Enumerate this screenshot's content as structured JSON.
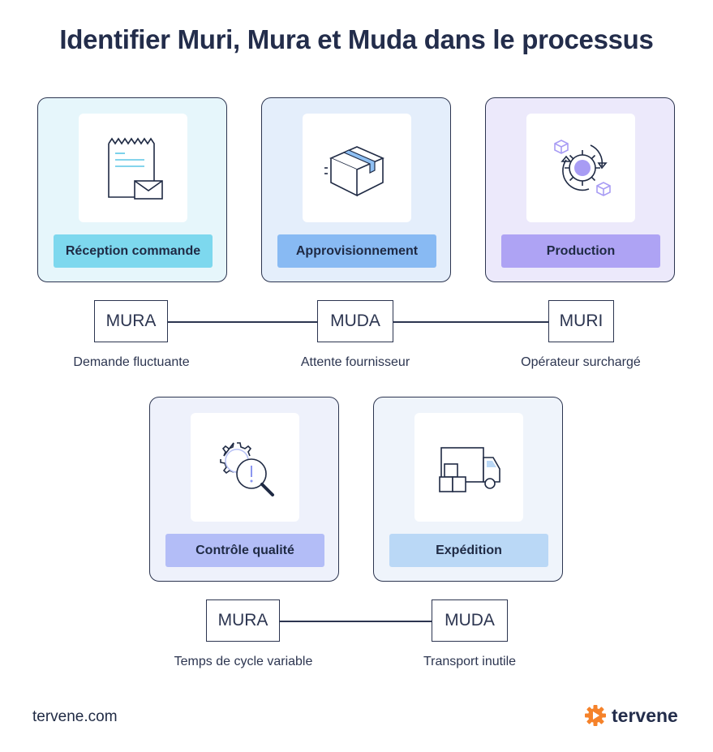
{
  "title": "Identifier Muri, Mura et Muda dans le processus",
  "steps": [
    {
      "label": "Réception commande",
      "icon": "receipt-envelope-icon",
      "bg": "#e6f6fb",
      "label_bg": "#7dd8ee"
    },
    {
      "label": "Approvisionnement",
      "icon": "package-box-icon",
      "bg": "#e4eefb",
      "label_bg": "#88baf3"
    },
    {
      "label": "Production",
      "icon": "gear-cycle-icon",
      "bg": "#ece9fb",
      "label_bg": "#aea3f4"
    },
    {
      "label": "Contrôle qualité",
      "icon": "quality-magnifier-icon",
      "bg": "#eef1fb",
      "label_bg": "#b3bdf7"
    },
    {
      "label": "Expédition",
      "icon": "delivery-truck-icon",
      "bg": "#eff4fb",
      "label_bg": "#bad8f6"
    }
  ],
  "row1": [
    {
      "tag": "MURA",
      "desc": "Demande fluctuante"
    },
    {
      "tag": "MUDA",
      "desc": "Attente fournisseur"
    },
    {
      "tag": "MURI",
      "desc": "Opérateur surchargé"
    }
  ],
  "row2": [
    {
      "tag": "MURA",
      "desc": "Temps de cycle variable"
    },
    {
      "tag": "MUDA",
      "desc": "Transport inutile"
    }
  ],
  "footer": {
    "url": "tervene.com",
    "brand": "tervene"
  },
  "colors": {
    "brand_orange": "#f5822a",
    "ink": "#232d4b"
  }
}
